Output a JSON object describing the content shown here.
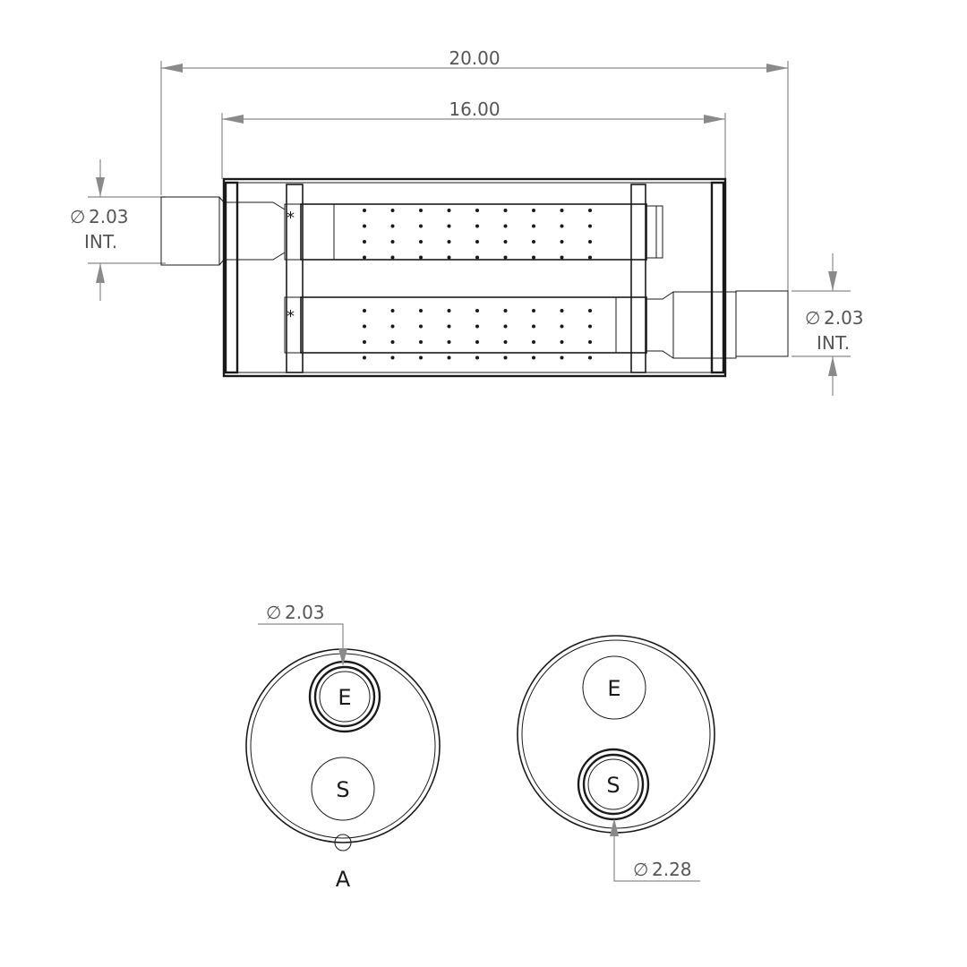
{
  "drawing": {
    "overall_length": "20.00",
    "inner_length": "16.00",
    "inlet_diameter": "2.03",
    "inlet_suffix": "INT.",
    "outlet_diameter": "2.03",
    "outlet_suffix": "INT.",
    "front_pipe_diameter": "2.03",
    "rear_pipe_diameter": "2.28",
    "diameter_symbol": "∅",
    "label_e": "E",
    "label_s": "S",
    "label_a": "A",
    "marker": "*"
  }
}
